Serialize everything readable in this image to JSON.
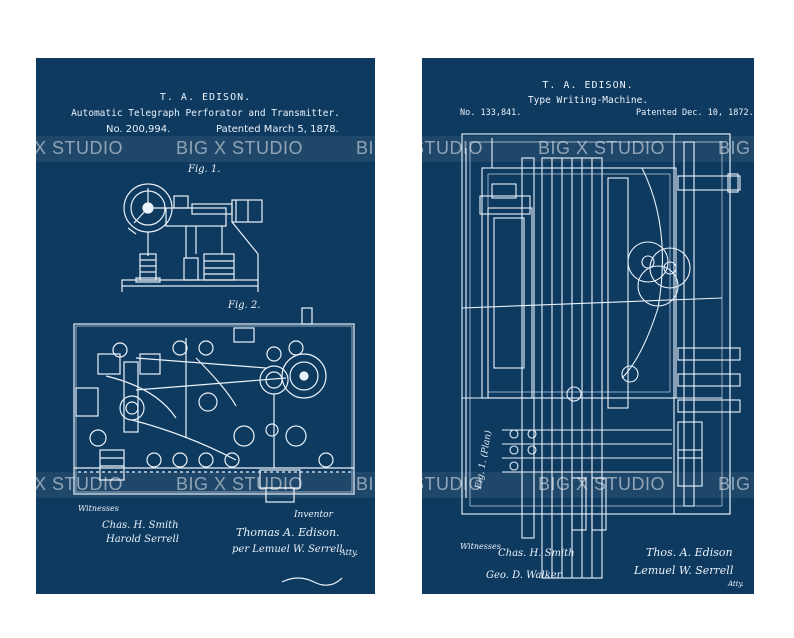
{
  "left_patent": {
    "inventor_heading": "T. A. EDISON.",
    "title": "Automatic Telegraph Perforator and Transmitter.",
    "number": "No. 200,994.",
    "date": "Patented March 5, 1878.",
    "fig1": "Fig. 1.",
    "fig2": "Fig. 2.",
    "witnesses_label": "Witnesses",
    "witness_1": "Chas. H. Smith",
    "witness_2": "Harold Serrell",
    "inventor_label": "Inventor",
    "signature": "Thomas A. Edison.",
    "attorney": "per Lemuel W. Serrell",
    "attorney_suffix": "Atty."
  },
  "right_patent": {
    "inventor_heading": "T. A. EDISON.",
    "title": "Type Writing-Machine.",
    "number": "No. 133,841.",
    "date": "Patented Dec. 10, 1872.",
    "fig_label": "Fig. 1. (Plan)",
    "witnesses_label": "Witnesses",
    "witness_1": "Chas. H. Smith",
    "witness_2": "Geo. D. Walker",
    "signature": "Thos. A. Edison",
    "attorney": "Lemuel W. Serrell",
    "attorney_suffix": "Atty."
  },
  "watermark": {
    "text_left_partial": "IG",
    "text_full": "BIG X STUDIO",
    "text_studio": "X STUDIO",
    "text_right_partial": "BIG"
  },
  "colors": {
    "panel_blue": "#0f3a5f",
    "line": "#eaf2fb",
    "page": "#ffffff"
  }
}
